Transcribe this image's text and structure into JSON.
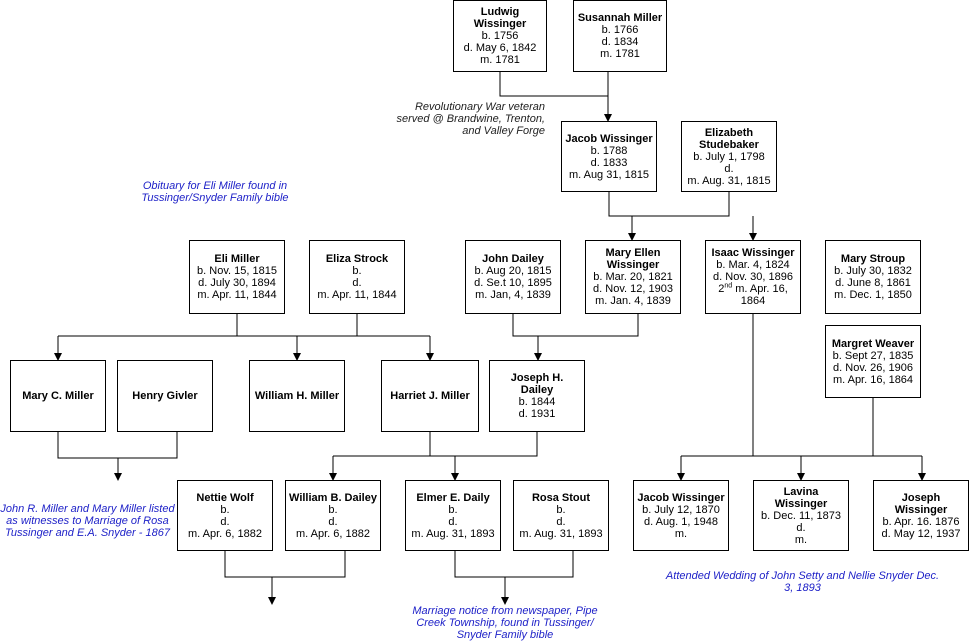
{
  "people": {
    "ludwig": {
      "name": "Ludwig Wissinger",
      "lines": [
        "b. 1756",
        "d. May 6, 1842",
        "m. 1781"
      ]
    },
    "susannah": {
      "name": "Susannah Miller",
      "lines": [
        "b. 1766",
        "d. 1834",
        "m. 1781"
      ]
    },
    "jacob": {
      "name": "Jacob Wissinger",
      "lines": [
        "b. 1788",
        "d. 1833",
        "m. Aug 31, 1815"
      ]
    },
    "elizabeth": {
      "name": "Elizabeth Studebaker",
      "lines": [
        "b. July 1, 1798",
        "d.",
        "m. Aug. 31, 1815"
      ]
    },
    "eli": {
      "name": "Eli Miller",
      "lines": [
        "b. Nov. 15, 1815",
        "d. July 30, 1894",
        "m. Apr. 11, 1844"
      ]
    },
    "eliza": {
      "name": "Eliza Strock",
      "lines": [
        "b.",
        "d.",
        "m. Apr. 11, 1844"
      ]
    },
    "johnd": {
      "name": "John Dailey",
      "lines": [
        "b. Aug 20, 1815",
        "d. Se.t 10, 1895",
        "m. Jan, 4, 1839"
      ]
    },
    "maryellen": {
      "name": "Mary Ellen Wissinger",
      "lines": [
        "b. Mar. 20, 1821",
        "d. Nov. 12, 1903",
        "m. Jan. 4, 1839"
      ]
    },
    "isaac": {
      "name": "Isaac Wissinger",
      "lines": [
        "b. Mar. 4, 1824",
        "d. Nov. 30, 1896",
        "m. Apr. 16, 1864"
      ],
      "sup": "nd",
      "sup_prefix": "2"
    },
    "marystroup": {
      "name": "Mary Stroup",
      "lines": [
        "b. July 30, 1832",
        "d. June 8, 1861",
        "m. Dec. 1, 1850"
      ]
    },
    "margret": {
      "name": "Margret Weaver",
      "lines": [
        "b. Sept 27, 1835",
        "d. Nov. 26, 1906",
        "m. Apr. 16, 1864"
      ]
    },
    "maryc": {
      "name": "Mary C. Miller",
      "lines": []
    },
    "henry": {
      "name": "Henry Givler",
      "lines": []
    },
    "williamh": {
      "name": "William H. Miller",
      "lines": []
    },
    "harriet": {
      "name": "Harriet J. Miller",
      "lines": []
    },
    "joseph_d": {
      "name": "Joseph H. Dailey",
      "lines": [
        "b. 1844",
        "d. 1931"
      ]
    },
    "nettie": {
      "name": "Nettie Wolf",
      "lines": [
        "b.",
        "d.",
        "m. Apr. 6, 1882"
      ]
    },
    "williamb": {
      "name": "William B. Dailey",
      "lines": [
        "b.",
        "d.",
        "m. Apr. 6, 1882"
      ]
    },
    "elmer": {
      "name": "Elmer E. Daily",
      "lines": [
        "b.",
        "d.",
        "m. Aug. 31, 1893"
      ]
    },
    "rosa": {
      "name": "Rosa Stout",
      "lines": [
        "b.",
        "d.",
        "m. Aug. 31, 1893"
      ]
    },
    "jacob2": {
      "name": "Jacob Wissinger",
      "lines": [
        "b. July 12, 1870",
        "d. Aug. 1, 1948",
        "m."
      ]
    },
    "lavina": {
      "name": "Lavina Wissinger",
      "lines": [
        "b. Dec. 11, 1873",
        "d.",
        "m."
      ]
    },
    "joseph_w": {
      "name": "Joseph Wissinger",
      "lines": [
        "b. Apr. 16. 1876",
        "d. May 12, 1937"
      ]
    }
  },
  "notes": {
    "rev_war": [
      "Revolutionary War veteran",
      "served @ Brandwine,",
      "Trenton, and Valley Forge"
    ],
    "obituary": [
      "Obituary for Eli Miller found in",
      "Tussinger/Snyder Family bible"
    ],
    "witnesses": [
      "John R. Miller and Mary Miller",
      "listed as witnesses to Marriage of",
      "Rosa Tussinger and E.A. Snyder -",
      "1867"
    ],
    "marriage_notice": [
      "Marriage notice from newspaper, Pipe",
      "Creek Township, found in Tussinger/",
      "Snyder Family bible"
    ],
    "wedding": [
      "Attended Wedding of John Setty and Nellie Snyder",
      "Dec. 3, 1893"
    ]
  },
  "colors": {
    "note_blue": "#1f22c8",
    "line": "#000000"
  }
}
